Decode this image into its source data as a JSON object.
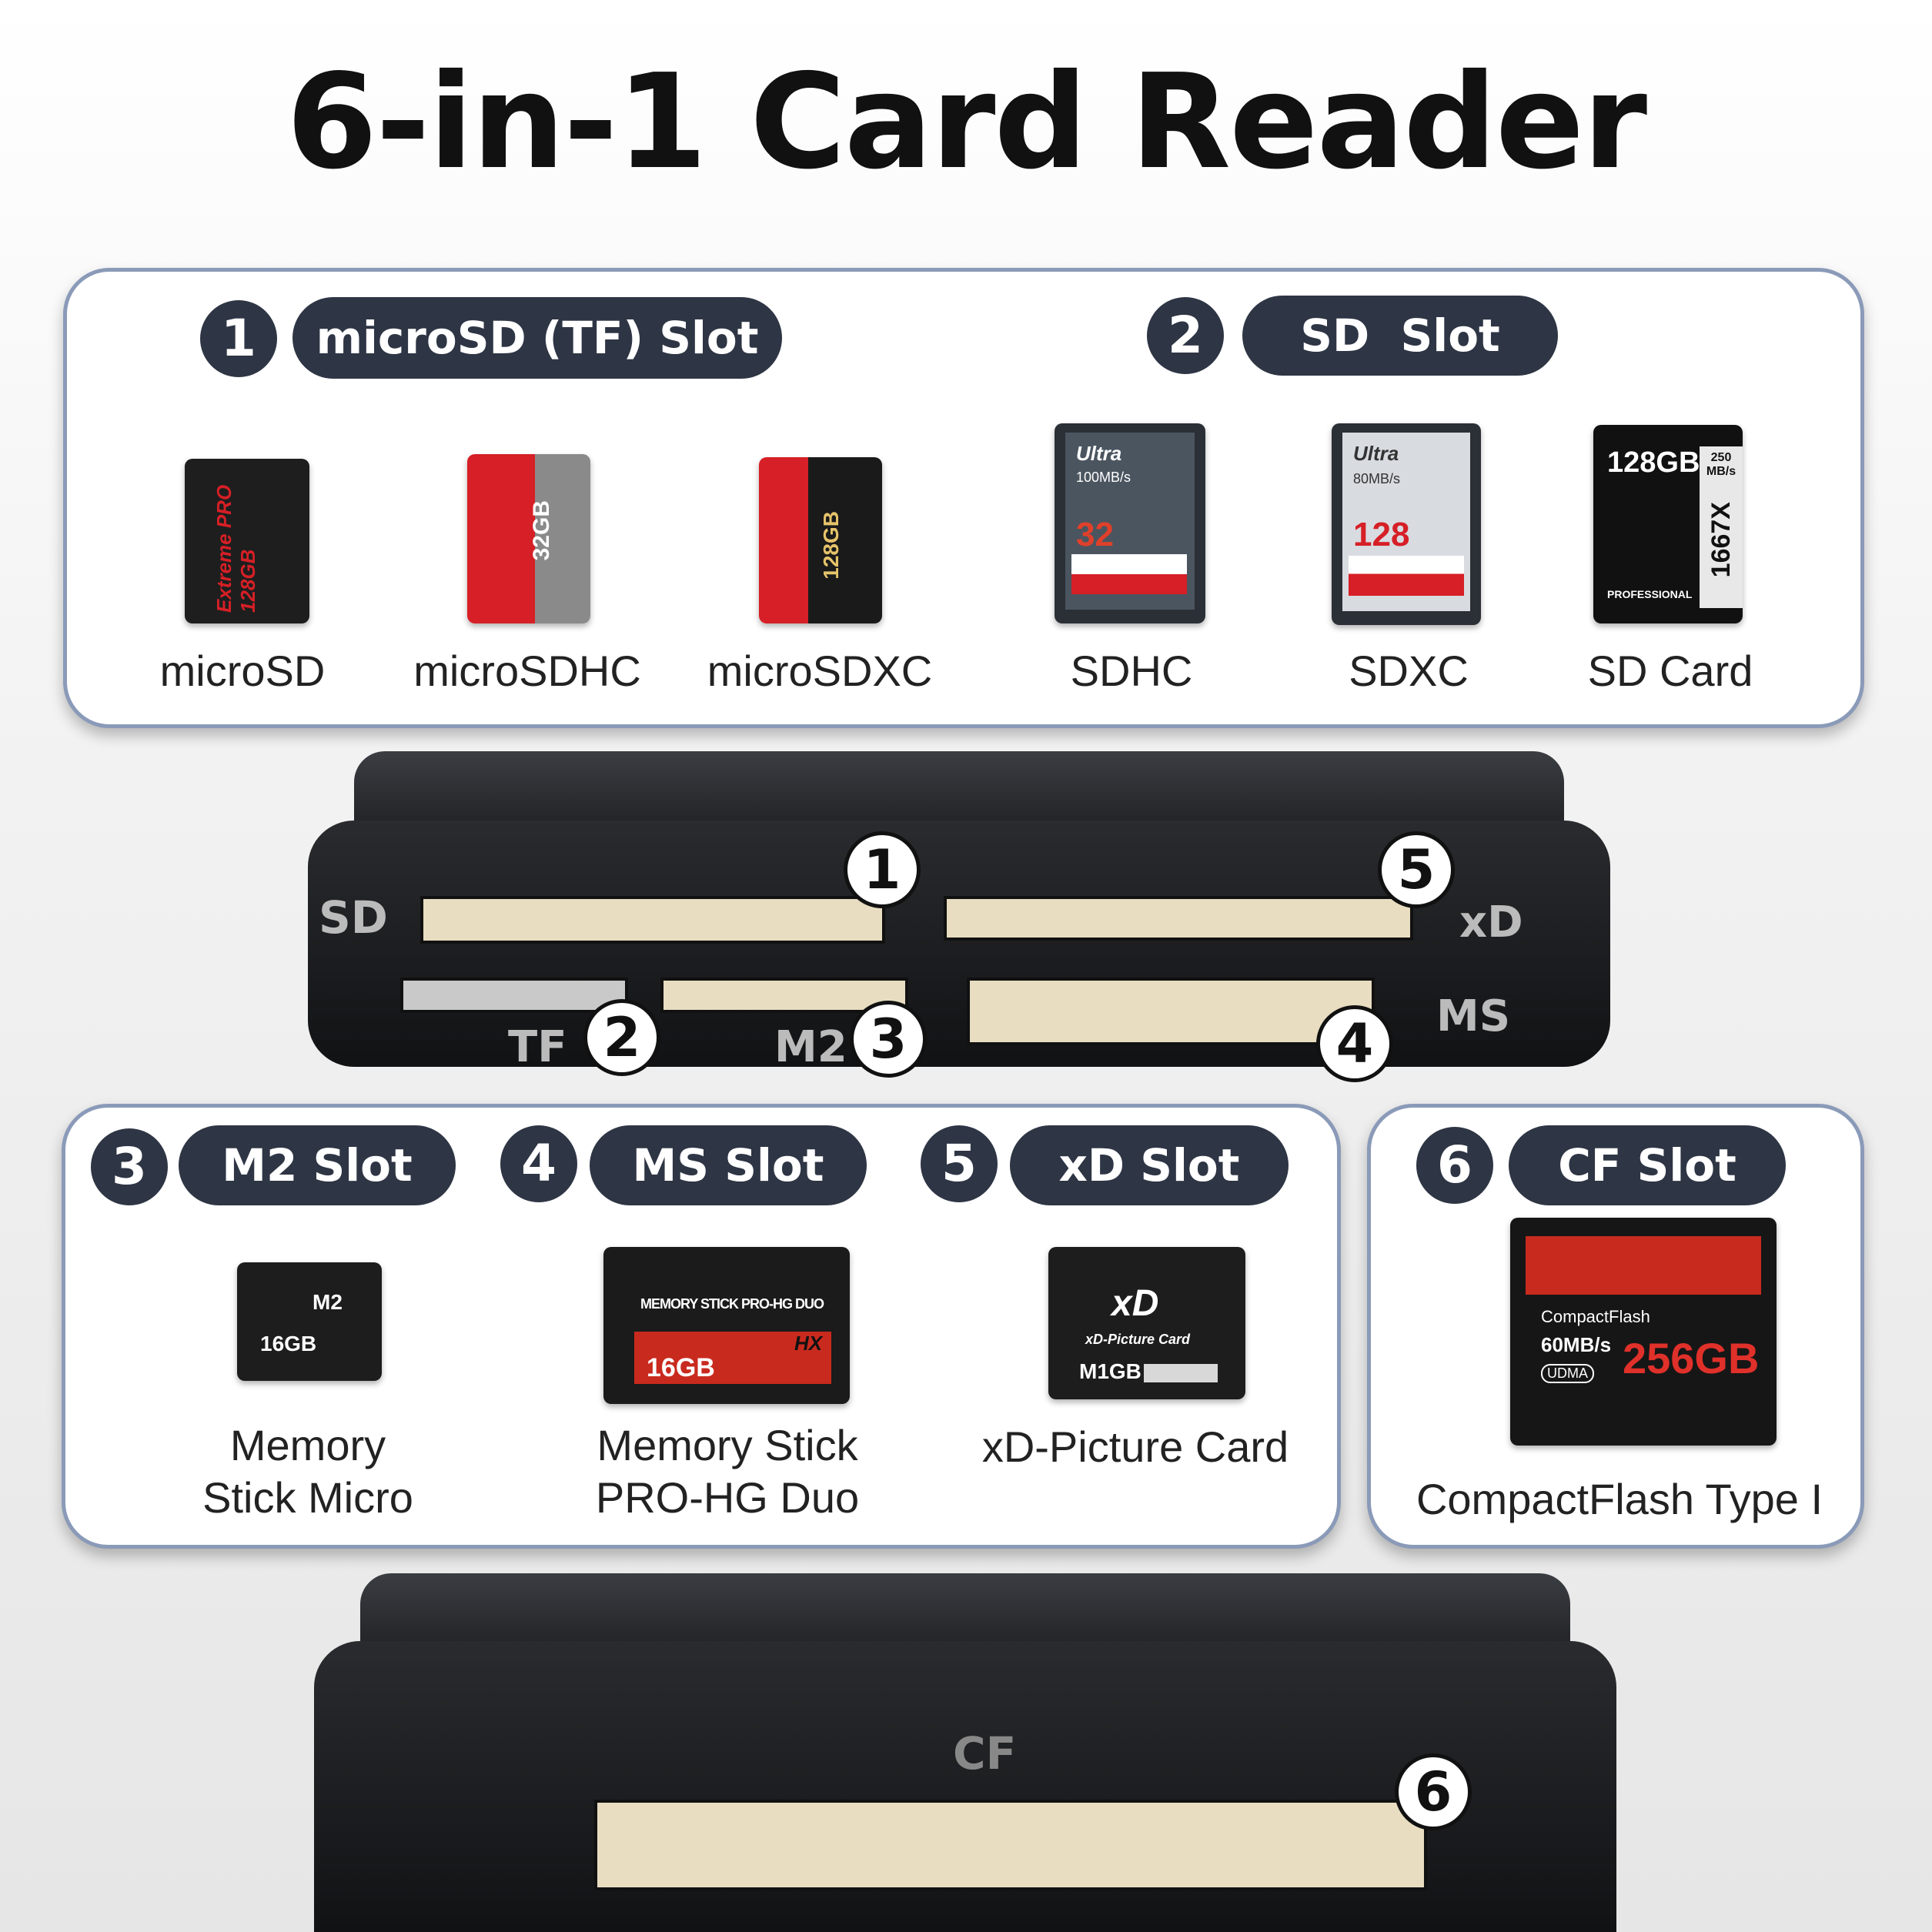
{
  "title": "6-in-1 Card Reader",
  "top_panel": {
    "group1": {
      "number": "1",
      "label": "microSD (TF) Slot"
    },
    "group2": {
      "number": "2",
      "label": "SD  Slot"
    },
    "cards": [
      {
        "name": "microSD",
        "card_text": "Extreme PRO 128GB"
      },
      {
        "name": "microSDHC",
        "card_text": "32GB"
      },
      {
        "name": "microSDXC",
        "card_text": "128GB"
      },
      {
        "name": "SDHC",
        "card_text": "Ultra",
        "card_speed": "100MB/s",
        "card_capacity": "32"
      },
      {
        "name": "SDXC",
        "card_text": "Ultra",
        "card_speed": "80MB/s",
        "card_capacity": "128"
      },
      {
        "name": "SD Card",
        "card_text": "128GB",
        "card_speed": "250 MB/s",
        "card_x": "1667X",
        "card_pro": "PROFESSIONAL"
      }
    ]
  },
  "reader_front": {
    "labels": {
      "sd": "SD",
      "xd": "xD",
      "ms": "MS",
      "tf": "TF",
      "m2": "M2"
    },
    "markers": [
      "1",
      "2",
      "3",
      "4",
      "5"
    ]
  },
  "bottom_panel": {
    "group3": {
      "number": "3",
      "label": "M2 Slot",
      "card_name_1": "Memory",
      "card_name_2": "Stick Micro",
      "card_text": "M2",
      "card_capacity": "16GB"
    },
    "group4": {
      "number": "4",
      "label": "MS Slot",
      "card_name_1": "Memory Stick",
      "card_name_2": "PRO-HG Duo",
      "card_text": "MEMORY STICK PRO-HG DUO",
      "card_hx": "HX",
      "card_capacity": "16GB"
    },
    "group5": {
      "number": "5",
      "label": "xD Slot",
      "card_name_1": "xD-Picture Card",
      "card_logo": "xD",
      "card_text": "xD-Picture Card",
      "card_capacity": "M1GB"
    },
    "group6": {
      "number": "6",
      "label": "CF Slot",
      "card_name_1": "CompactFlash Type I",
      "card_text": "CompactFlash",
      "card_speed": "60MB/s",
      "card_udma": "UDMA",
      "card_capacity": "256GB"
    }
  },
  "reader_back": {
    "cf_label": "CF",
    "marker": "6"
  },
  "colors": {
    "pill_bg": "#2e3544",
    "panel_border": "#8a9ab8",
    "card_red": "#d61f26"
  }
}
